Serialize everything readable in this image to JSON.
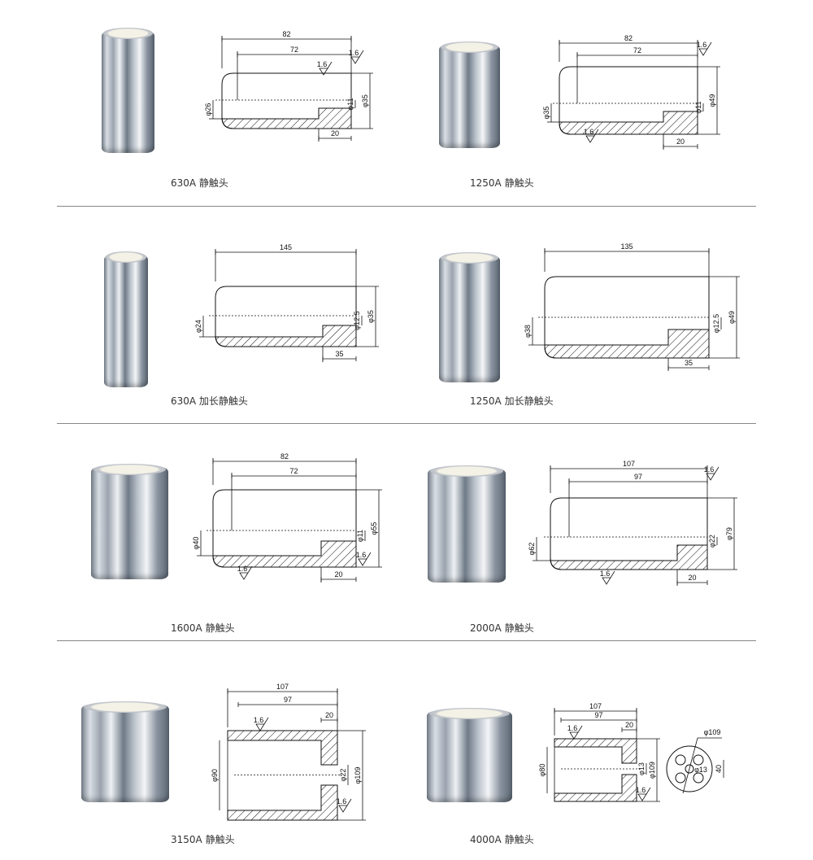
{
  "products": [
    {
      "caption": "630A 静触头",
      "dims": {
        "len": "82",
        "inner": "72",
        "d_in": "φ26",
        "hole": "φ11",
        "d_out": "φ35",
        "cap": "20",
        "ra": [
          "1.6",
          "1.6"
        ]
      }
    },
    {
      "caption": "1250A 静触头",
      "dims": {
        "len": "82",
        "inner": "72",
        "d_in": "φ35",
        "hole": "φ11",
        "d_out": "φ49",
        "cap": "20",
        "ra": [
          "1.6",
          "1.6"
        ]
      }
    },
    {
      "caption": "630A 加长静触头",
      "dims": {
        "len": "145",
        "d_in": "φ24",
        "hole": "φ12.5",
        "d_out": "φ35",
        "cap": "35"
      }
    },
    {
      "caption": "1250A 加长静触头",
      "dims": {
        "len": "135",
        "d_in": "φ38",
        "hole": "φ12.5",
        "d_out": "φ49",
        "cap": "35"
      }
    },
    {
      "caption": "1600A 静触头",
      "dims": {
        "len": "82",
        "inner": "72",
        "d_in": "φ40",
        "hole": "φ11",
        "d_out": "φ55",
        "cap": "20",
        "ra": [
          "1.6",
          "1.6"
        ]
      }
    },
    {
      "caption": "2000A 静触头",
      "dims": {
        "len": "107",
        "inner": "97",
        "d_in": "φ62",
        "hole": "φ22",
        "d_out": "φ79",
        "cap": "20",
        "ra": [
          "1.6",
          "1.6"
        ]
      }
    },
    {
      "caption": "3150A 静触头",
      "dims": {
        "len": "107",
        "inner": "97",
        "d_in": "φ90",
        "hole": "φ22",
        "d_out": "φ109",
        "cap": "20",
        "ra": [
          "1.6",
          "1.6"
        ]
      }
    },
    {
      "caption": "4000A 静触头",
      "dims": {
        "len": "107",
        "inner": "97",
        "d_in": "φ80",
        "hole": "φ13",
        "d_out": "φ109",
        "cap": "20",
        "ra": [
          "1.6",
          "1.6"
        ]
      },
      "end_view": {
        "pcd": "φ109",
        "center_hole": "φ13",
        "spacing": "40"
      }
    }
  ]
}
